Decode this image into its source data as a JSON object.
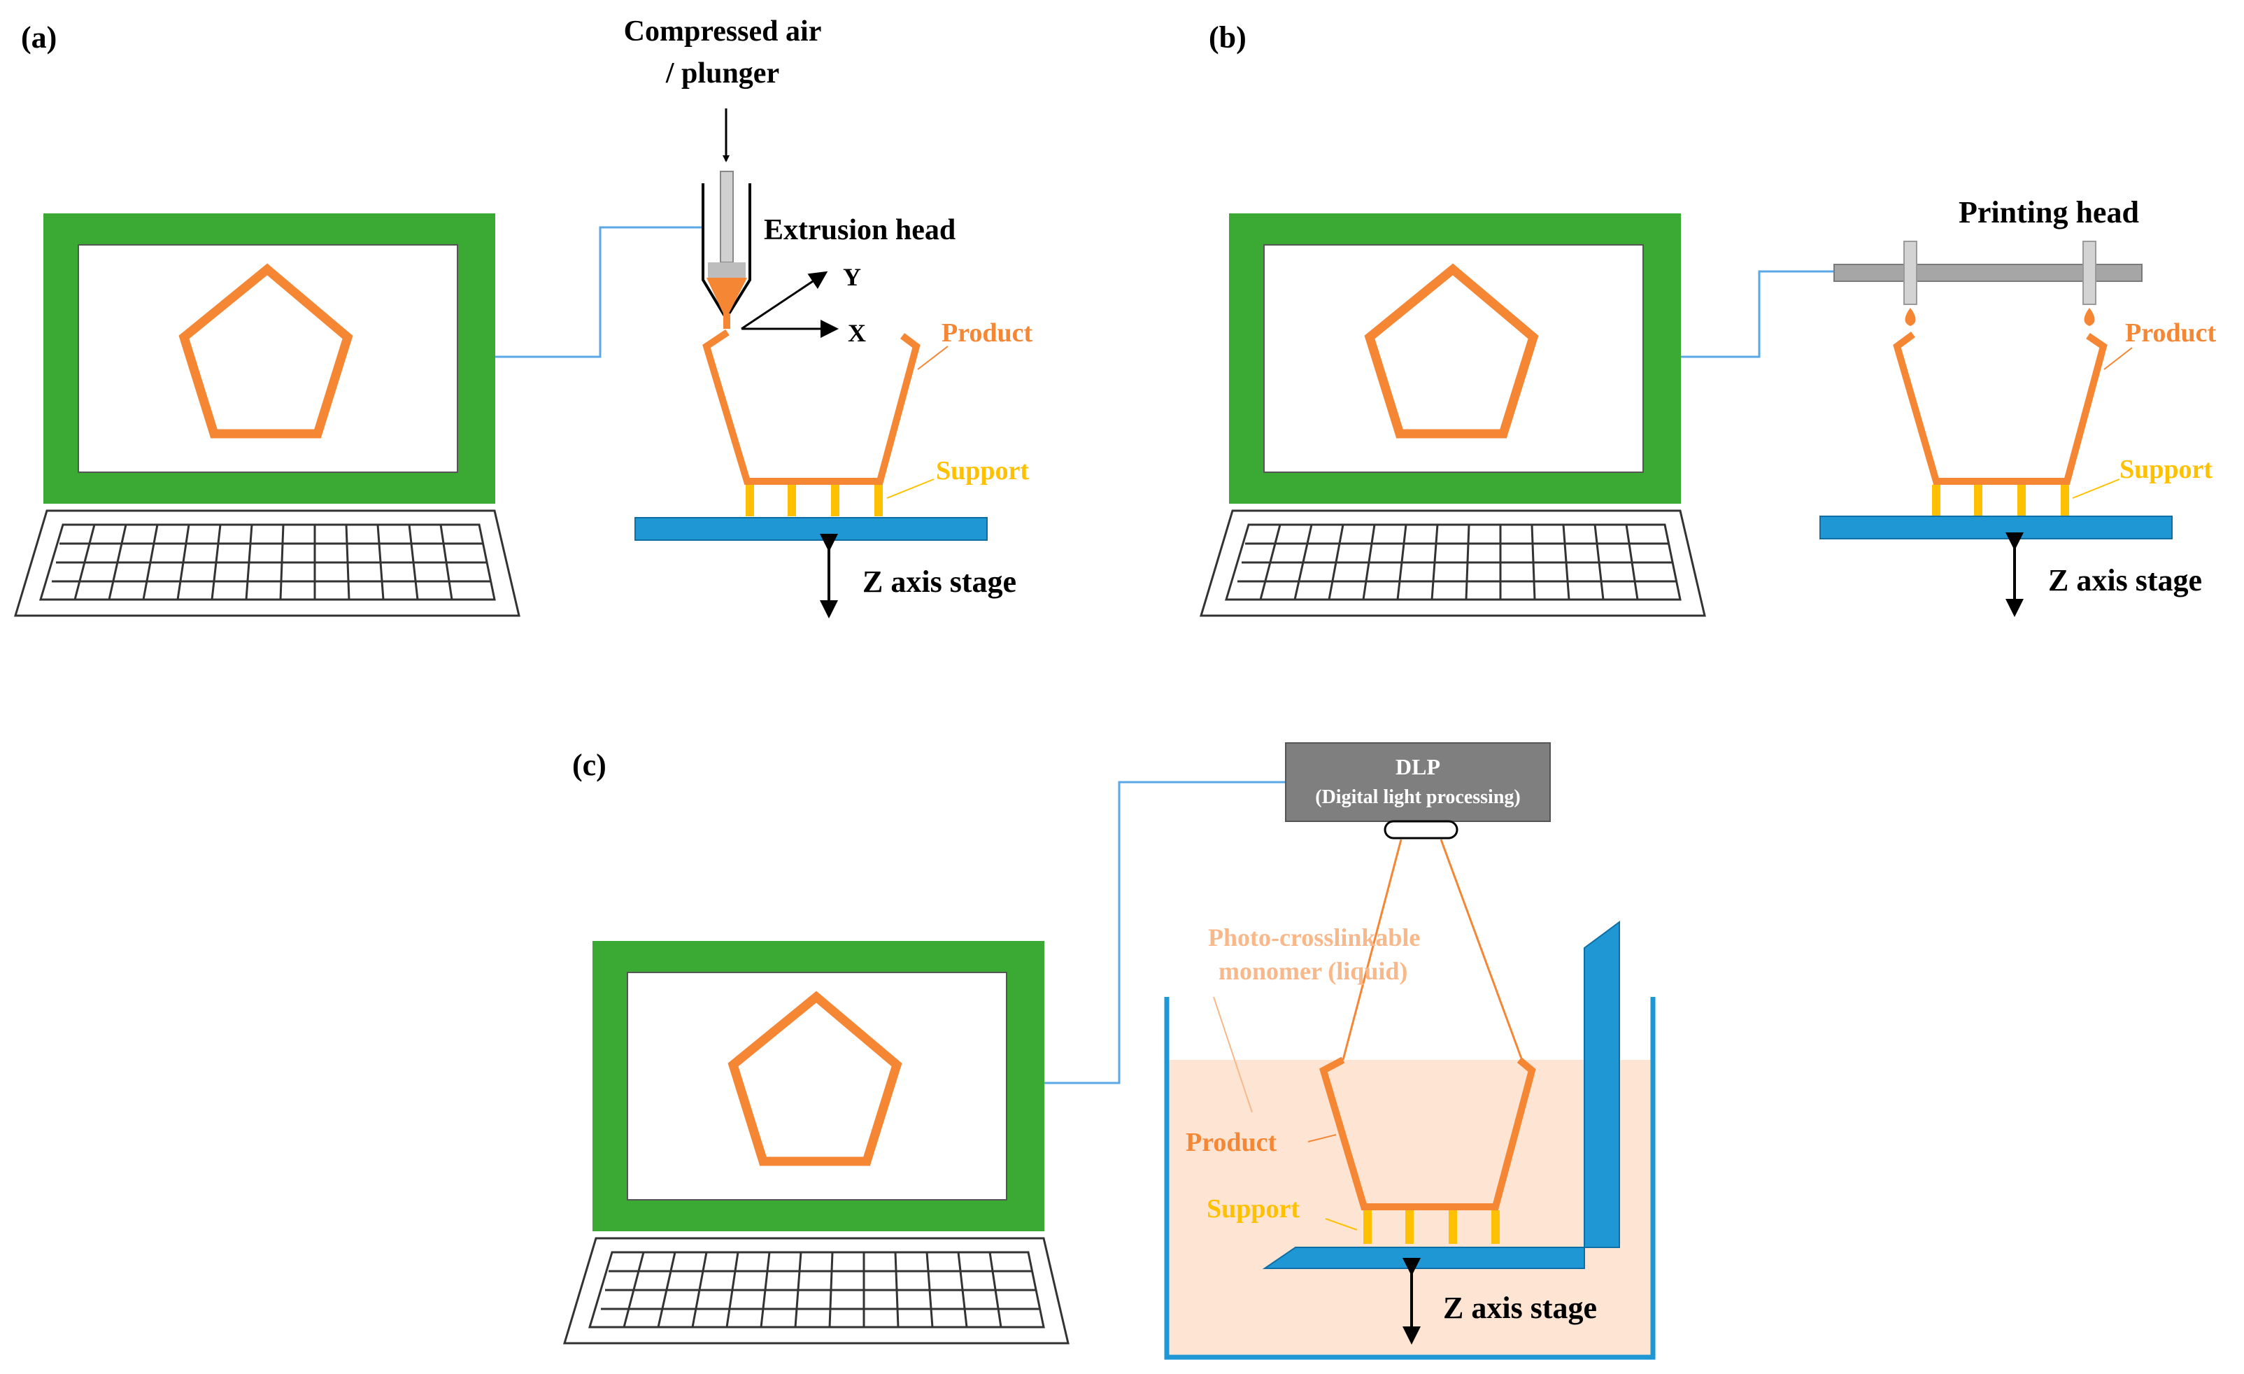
{
  "panels": {
    "a": {
      "label": "(a)",
      "compressed_air": [
        "Compressed air",
        "/ plunger"
      ],
      "head": "Extrusion head",
      "axis_y": "Y",
      "axis_x": "X",
      "product": "Product",
      "support": "Support",
      "stage": "Z axis stage"
    },
    "b": {
      "label": "(b)",
      "head": "Printing head",
      "product": "Product",
      "support": "Support",
      "stage": "Z axis stage"
    },
    "c": {
      "label": "(c)",
      "dlp_title": "DLP",
      "dlp_sub": "(Digital light processing)",
      "monomer": [
        "Photo-crosslinkable",
        "monomer (liquid)"
      ],
      "product": "Product",
      "support": "Support",
      "stage": "Z axis stage"
    }
  },
  "colors": {
    "monitor_frame": "#3aaa35",
    "pentagon": "#f58634",
    "support": "#ffc000",
    "stage": "#1f97d4",
    "cable": "#5aa9e6",
    "liquid": "#fde4d3",
    "monomer_text": "#f9b88a",
    "printing_head": "#a6a6a6",
    "dlp_box": "#7f7f7f"
  }
}
